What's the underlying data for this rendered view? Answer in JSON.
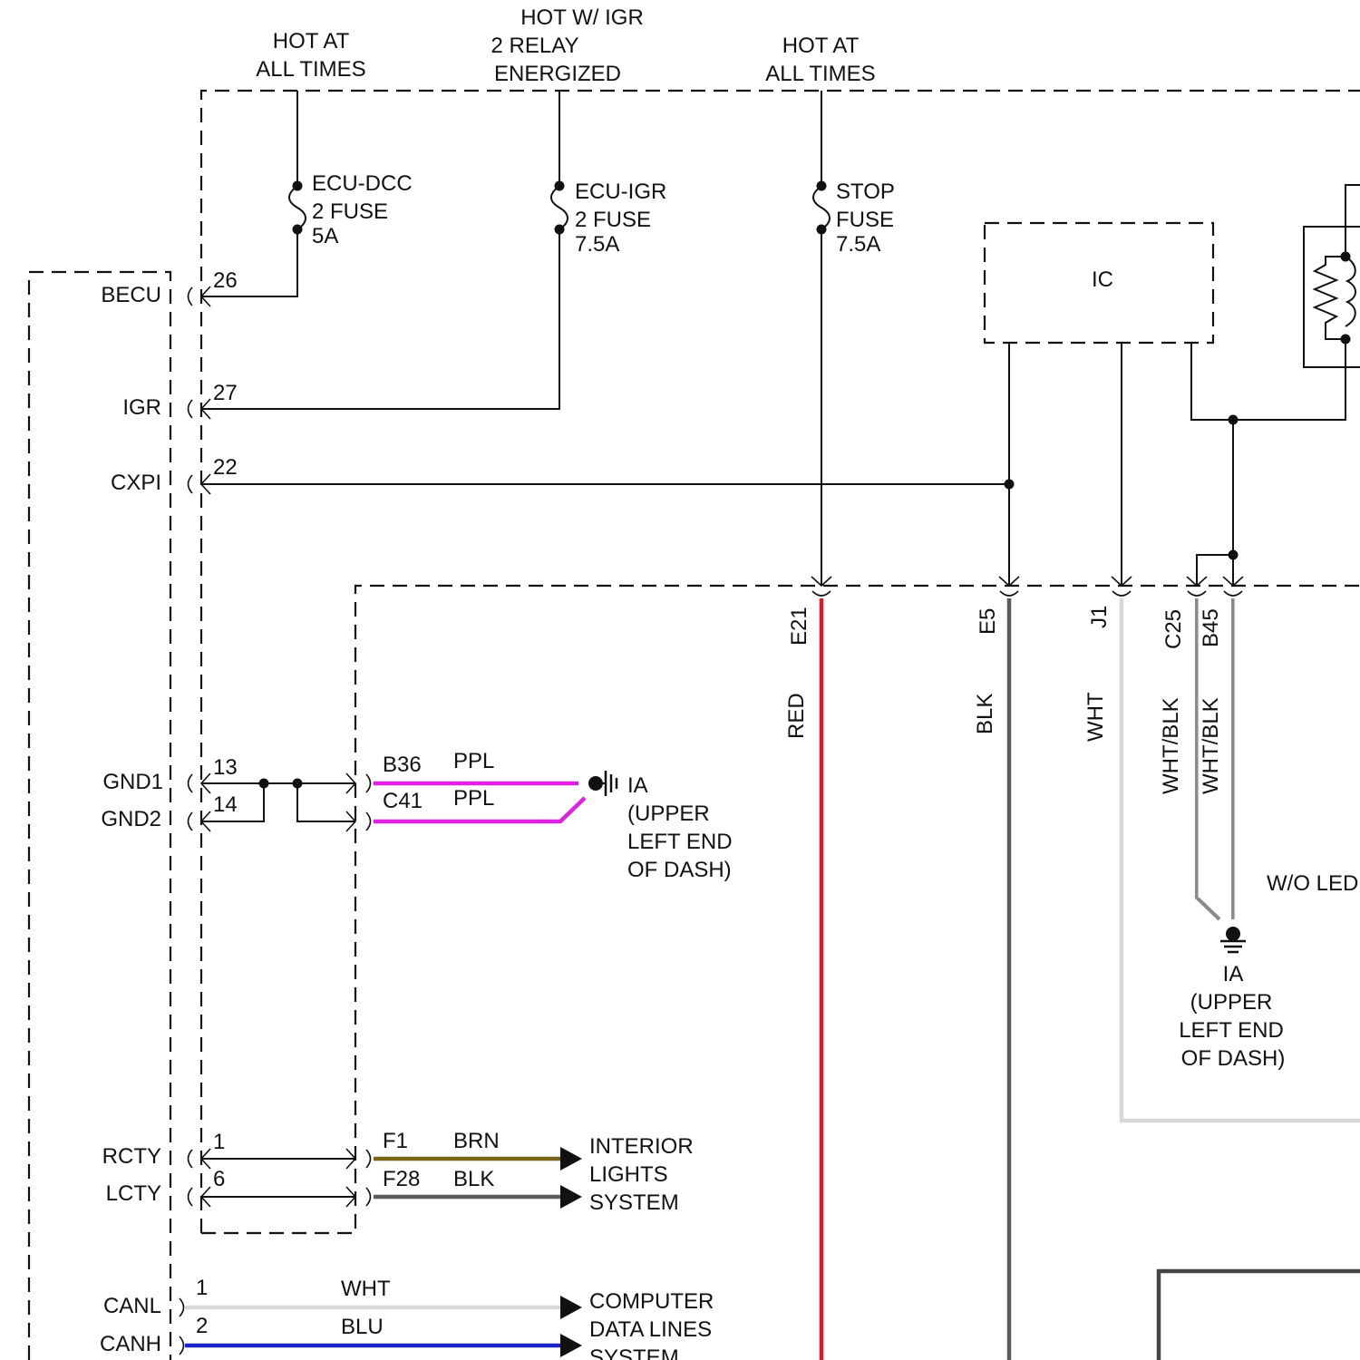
{
  "colors": {
    "red": "#d0202a",
    "blk": "#5a5a5a",
    "wht": "#d8d8d8",
    "ppl": "#e020e0",
    "brn": "#7a6418",
    "blu": "#1a22c8",
    "wht_blk": "#8a8a8a",
    "line": "#111111"
  },
  "supply": {
    "hot1_line1": "HOT AT",
    "hot1_line2": "ALL TIMES",
    "hot2_line1": "HOT W/ IGR",
    "hot2_line2": "2 RELAY",
    "hot2_line3": "ENERGIZED",
    "hot3_line1": "HOT AT",
    "hot3_line2": "ALL TIMES"
  },
  "fuses": {
    "f1_line1": "ECU-DCC",
    "f1_line2": "2 FUSE",
    "f1_line3": "5A",
    "f2_line1": "ECU-IGR",
    "f2_line2": "2 FUSE",
    "f2_line3": "7.5A",
    "f3_line1": "STOP",
    "f3_line2": "FUSE",
    "f3_line3": "7.5A"
  },
  "ecu_pins": {
    "becu": "BECU",
    "becu_num": "26",
    "igr": "IGR",
    "igr_num": "27",
    "cxpi": "CXPI",
    "cxpi_num": "22",
    "gnd1": "GND1",
    "gnd1_num": "13",
    "gnd2": "GND2",
    "gnd2_num": "14",
    "rcty": "RCTY",
    "rcty_num": "1",
    "lcty": "LCTY",
    "lcty_num": "6",
    "canl": "CANL",
    "canl_num": "1",
    "canh": "CANH",
    "canh_num": "2"
  },
  "ic_label": "IC",
  "junction_wires": {
    "b36": "B36",
    "b36_color": "PPL",
    "c41": "C41",
    "c41_color": "PPL",
    "f1": "F1",
    "f1_color": "BRN",
    "f28": "F28",
    "f28_color": "BLK",
    "can_l_color": "WHT",
    "can_h_color": "BLU"
  },
  "ground_ia_left": {
    "line1": "IA",
    "line2": "(UPPER",
    "line3": "LEFT END",
    "line4": "OF DASH)"
  },
  "ground_ia_right": {
    "line1": "IA",
    "line2": "(UPPER",
    "line3": "LEFT END",
    "line4": "OF DASH)"
  },
  "interior_lights": {
    "line1": "INTERIOR",
    "line2": "LIGHTS",
    "line3": "SYSTEM"
  },
  "data_lines": {
    "line1": "COMPUTER",
    "line2": "DATA LINES",
    "line3": "SYSTEM"
  },
  "vertical_wires": {
    "e21": "E21",
    "e21_color": "RED",
    "e5": "E5",
    "e5_color": "BLK",
    "j1": "J1",
    "j1_color": "WHT",
    "c25": "C25",
    "c25_color": "WHT/BLK",
    "b45": "B45",
    "b45_color": "WHT/BLK"
  },
  "wo_led": "W/O LED"
}
